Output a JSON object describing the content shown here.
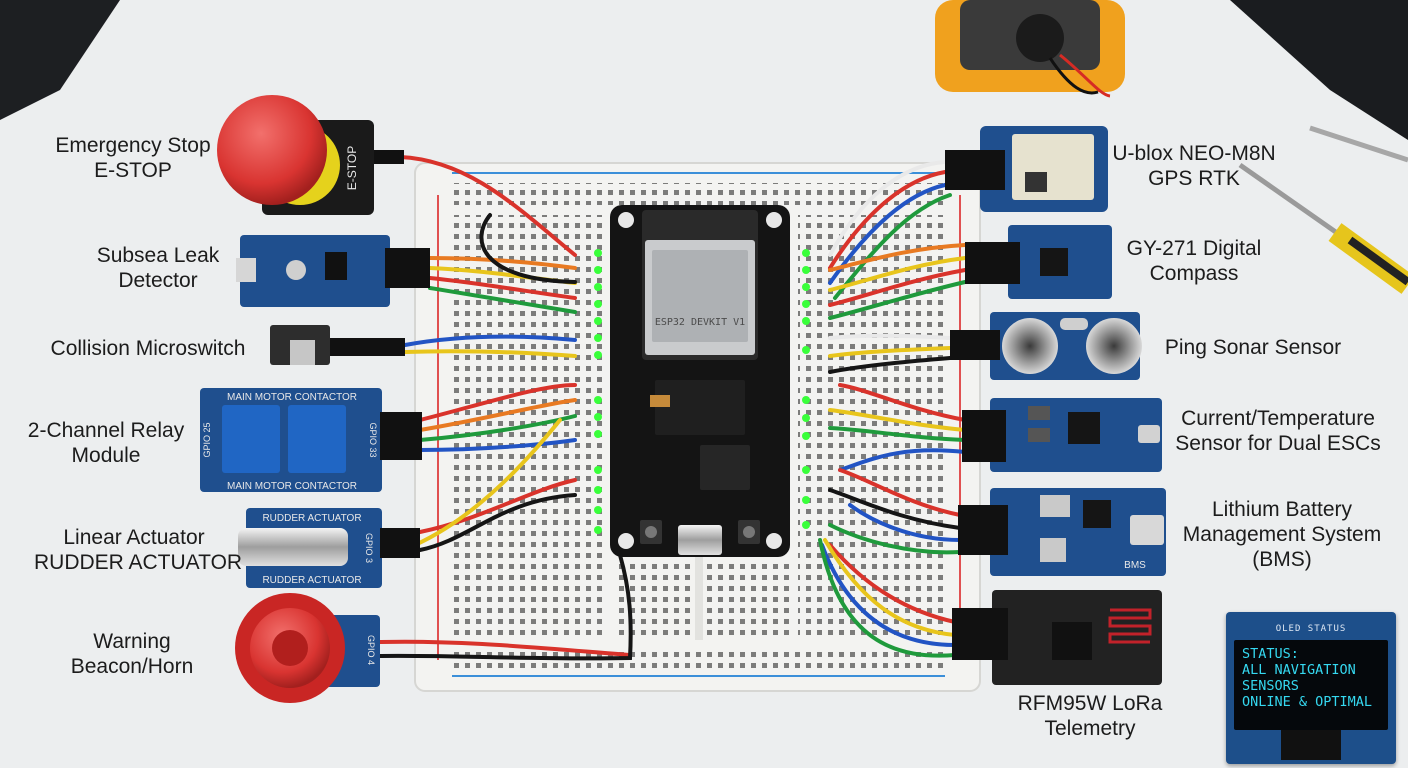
{
  "labels": {
    "emergency_stop": [
      "Emergency Stop",
      "E-STOP"
    ],
    "leak_detector": [
      "Subsea Leak",
      "Detector"
    ],
    "collision_switch": [
      "Collision Microswitch"
    ],
    "relay_module": [
      "2-Channel Relay",
      "Module"
    ],
    "linear_actuator": [
      "Linear Actuator",
      "RUDDER ACTUATOR"
    ],
    "warning_beacon": [
      "Warning",
      "Beacon/Horn"
    ],
    "gps": [
      "U-blox NEO-M8N",
      "GPS RTK"
    ],
    "compass": [
      "GY-271 Digital",
      "Compass"
    ],
    "sonar": [
      "Ping Sonar Sensor"
    ],
    "current_temp": [
      "Current/Temperature",
      "Sensor for Dual ESCs"
    ],
    "bms": [
      "Lithium Battery",
      "Management System",
      "(BMS)"
    ],
    "lora": [
      "RFM95W LoRa",
      "Telemetry"
    ]
  },
  "board_text": {
    "estop_side": "E-STOP",
    "relay_top": "MAIN MOTOR CONTACTOR",
    "relay_bottom": "MAIN MOTOR CONTACTOR",
    "relay_gpio_left": "GPIO 25",
    "relay_gpio_right": "GPIO 33",
    "actuator_top": "RUDDER ACTUATOR",
    "actuator_bottom": "RUDDER ACTUATOR",
    "actuator_gpio": "GPIO 3",
    "beacon_gpio": "GPIO 4",
    "bms_marking": "BMS",
    "esp32_module": "ESP32 DEVKIT V1"
  },
  "oled": {
    "header": "OLED STATUS",
    "lines": [
      "STATUS:",
      "ALL NAVIGATION",
      "SENSORS",
      "ONLINE & OPTIMAL"
    ]
  },
  "colors": {
    "background": "#eceeef",
    "breadboard": "#f3f3f1",
    "pcb_blue": "#1f4f8e",
    "mcu_black": "#141414",
    "led_green": "#39ff3a",
    "estop_red": "#d93431",
    "oled_text": "#35d8f0",
    "wire_red": "#d9332b",
    "wire_yellow": "#e8c51c",
    "wire_green": "#1f9a3c",
    "wire_blue": "#2254c4",
    "wire_orange": "#e87a22",
    "wire_black": "#151515"
  }
}
